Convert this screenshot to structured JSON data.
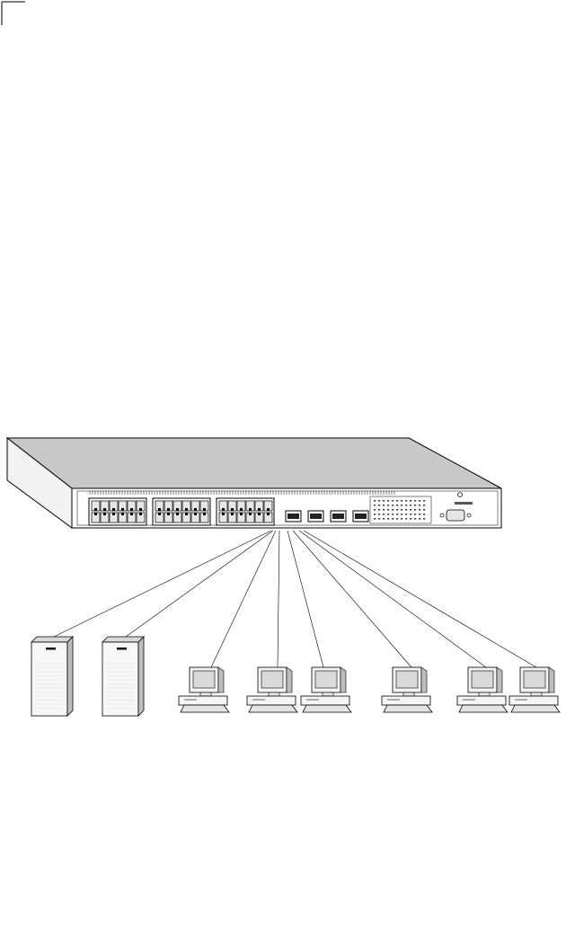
{
  "diagram": {
    "switch": {
      "name": "network-switch",
      "rj45_port_blocks": 3,
      "rj45_ports_per_block": 12,
      "sfp_slots": 4
    },
    "devices": [
      {
        "type": "server"
      },
      {
        "type": "server"
      },
      {
        "type": "workstation"
      },
      {
        "type": "workstation"
      },
      {
        "type": "workstation"
      },
      {
        "type": "workstation"
      },
      {
        "type": "workstation"
      },
      {
        "type": "workstation"
      }
    ],
    "connections": 8,
    "colors": {
      "line": "#000000",
      "panel": "#ffffff",
      "top_surface": "#c8c8c8",
      "side_surface": "#f0f0f0",
      "port_fill": "#e6e6e6"
    }
  }
}
